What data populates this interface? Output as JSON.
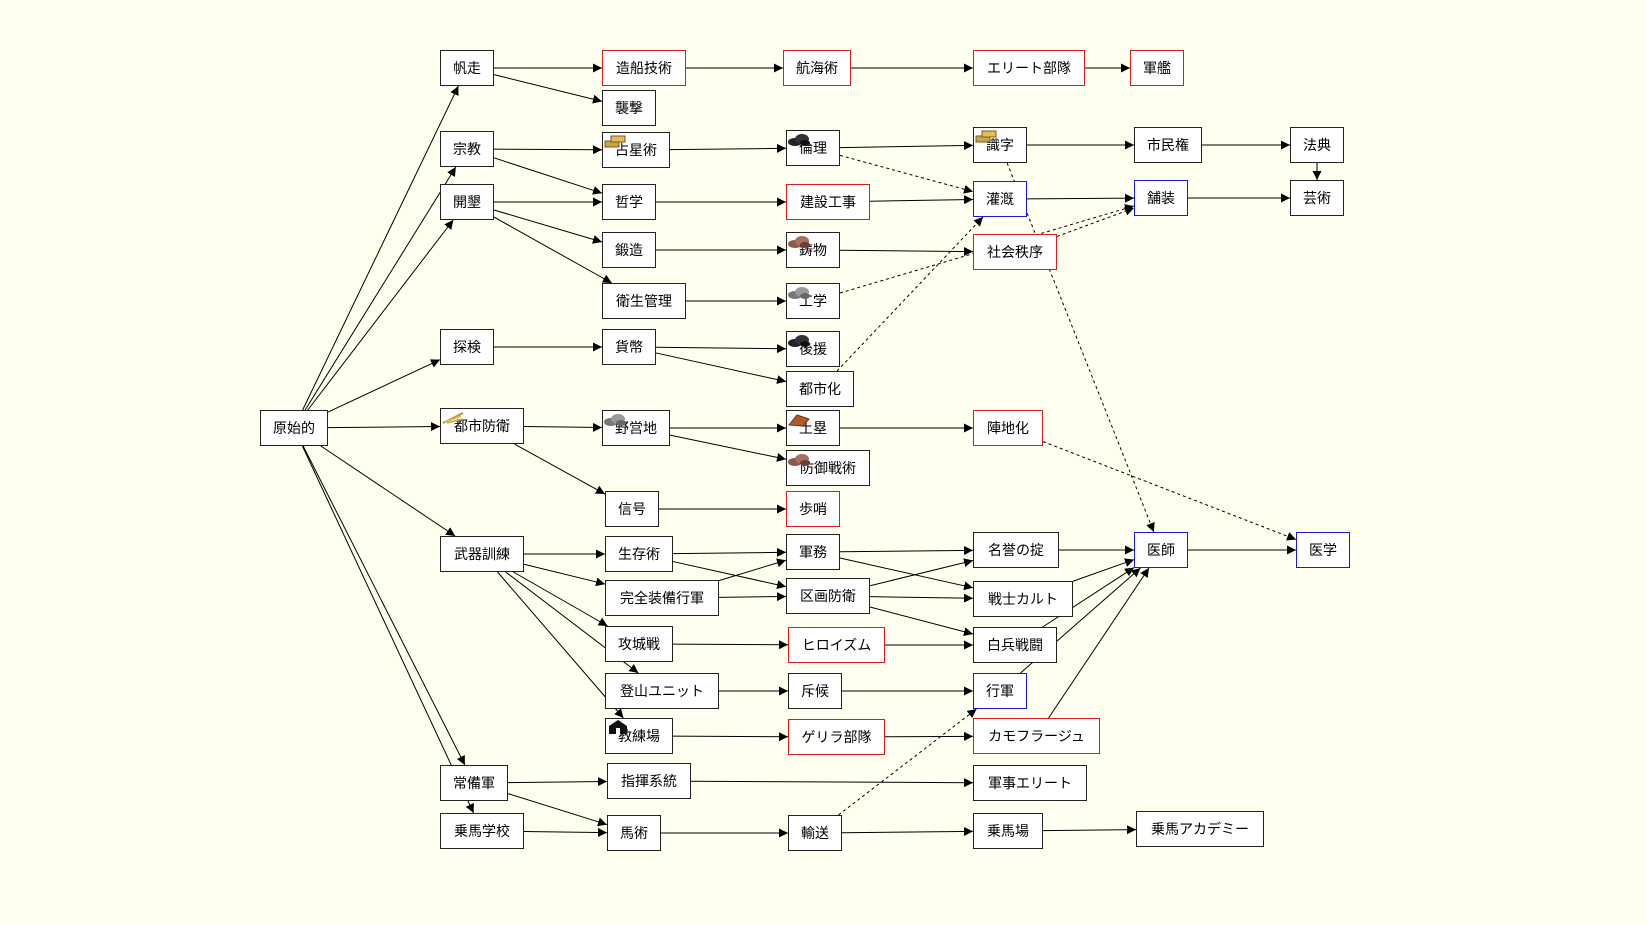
{
  "colors": {
    "background": "#fffff0",
    "red_border": "#d91c1c",
    "blue_border": "#1a1adf",
    "normal_border": "#222222"
  },
  "nodes": {
    "n00": {
      "label": "原始的",
      "color": "normal"
    },
    "n01": {
      "label": "帆走",
      "color": "normal"
    },
    "n02": {
      "label": "宗教",
      "color": "normal"
    },
    "n03": {
      "label": "開墾",
      "color": "normal"
    },
    "n04": {
      "label": "探検",
      "color": "normal"
    },
    "n05": {
      "label": "都市防衛",
      "color": "normal",
      "icon": "wheat-icon"
    },
    "n06": {
      "label": "武器訓練",
      "color": "normal"
    },
    "n07": {
      "label": "常備軍",
      "color": "normal"
    },
    "n08": {
      "label": "乗馬学校",
      "color": "normal"
    },
    "n09": {
      "label": "造船技術",
      "color": "red"
    },
    "n10": {
      "label": "襲撃",
      "color": "normal"
    },
    "n11": {
      "label": "占星術",
      "color": "normal",
      "icon": "gold-icon"
    },
    "n12": {
      "label": "哲学",
      "color": "normal"
    },
    "n13": {
      "label": "鍛造",
      "color": "normal"
    },
    "n14": {
      "label": "衛生管理",
      "color": "normal"
    },
    "n15": {
      "label": "貨幣",
      "color": "normal"
    },
    "n16": {
      "label": "野営地",
      "color": "normal",
      "icon": "stone-icon"
    },
    "n17": {
      "label": "信号",
      "color": "normal"
    },
    "n18": {
      "label": "生存術",
      "color": "normal"
    },
    "n19": {
      "label": "完全装備行軍",
      "color": "normal"
    },
    "n20": {
      "label": "攻城戦",
      "color": "normal"
    },
    "n21": {
      "label": "登山ユニット",
      "color": "normal"
    },
    "n22": {
      "label": "教練場",
      "color": "normal",
      "icon": "building-icon"
    },
    "n23": {
      "label": "指揮系統",
      "color": "normal"
    },
    "n24": {
      "label": "馬術",
      "color": "normal"
    },
    "n25": {
      "label": "航海術",
      "color": "red"
    },
    "n26": {
      "label": "倫理",
      "color": "normal",
      "icon": "coal-icon"
    },
    "n27": {
      "label": "建設工事",
      "color": "red"
    },
    "n28": {
      "label": "鋳物",
      "color": "normal",
      "icon": "ore-icon"
    },
    "n29": {
      "label": "工学",
      "color": "normal",
      "icon": "stone-icon"
    },
    "n30": {
      "label": "後援",
      "color": "normal",
      "icon": "coal-icon"
    },
    "n31": {
      "label": "都市化",
      "color": "normal"
    },
    "n32": {
      "label": "土塁",
      "color": "normal",
      "icon": "clay-icon"
    },
    "n33": {
      "label": "防御戦術",
      "color": "normal",
      "icon": "ore-icon"
    },
    "n34": {
      "label": "歩哨",
      "color": "red"
    },
    "n35": {
      "label": "軍務",
      "color": "normal"
    },
    "n36": {
      "label": "区画防衛",
      "color": "normal"
    },
    "n37": {
      "label": "ヒロイズム",
      "color": "red"
    },
    "n38": {
      "label": "斥候",
      "color": "normal"
    },
    "n39": {
      "label": "ゲリラ部隊",
      "color": "red"
    },
    "n40": {
      "label": "輸送",
      "color": "normal"
    },
    "n41": {
      "label": "エリート部隊",
      "color": "red"
    },
    "n42": {
      "label": "識字",
      "color": "normal",
      "icon": "gold-icon"
    },
    "n43": {
      "label": "灌漑",
      "color": "blue"
    },
    "n44": {
      "label": "社会秩序",
      "color": "red"
    },
    "n45": {
      "label": "陣地化",
      "color": "red"
    },
    "n46": {
      "label": "名誉の掟",
      "color": "normal"
    },
    "n47": {
      "label": "戦士カルト",
      "color": "normal"
    },
    "n48": {
      "label": "白兵戦闘",
      "color": "normal"
    },
    "n49": {
      "label": "行軍",
      "color": "blue"
    },
    "n50": {
      "label": "カモフラージュ",
      "color": "red"
    },
    "n51": {
      "label": "軍事エリート",
      "color": "normal"
    },
    "n52": {
      "label": "乗馬場",
      "color": "normal"
    },
    "n53": {
      "label": "軍艦",
      "color": "red"
    },
    "n54": {
      "label": "市民権",
      "color": "normal"
    },
    "n55": {
      "label": "舗装",
      "color": "blue"
    },
    "n56": {
      "label": "医師",
      "color": "blue"
    },
    "n57": {
      "label": "乗馬アカデミー",
      "color": "normal"
    },
    "n58": {
      "label": "法典",
      "color": "normal"
    },
    "n59": {
      "label": "芸術",
      "color": "normal"
    },
    "n60": {
      "label": "医学",
      "color": "blue"
    }
  },
  "edges": [
    [
      "n00",
      "n01"
    ],
    [
      "n00",
      "n02"
    ],
    [
      "n00",
      "n03"
    ],
    [
      "n00",
      "n04"
    ],
    [
      "n00",
      "n05"
    ],
    [
      "n00",
      "n06"
    ],
    [
      "n00",
      "n07"
    ],
    [
      "n00",
      "n08"
    ],
    [
      "n01",
      "n09"
    ],
    [
      "n01",
      "n10"
    ],
    [
      "n02",
      "n11"
    ],
    [
      "n02",
      "n12"
    ],
    [
      "n03",
      "n12"
    ],
    [
      "n03",
      "n13"
    ],
    [
      "n03",
      "n14"
    ],
    [
      "n04",
      "n15"
    ],
    [
      "n05",
      "n16"
    ],
    [
      "n05",
      "n17"
    ],
    [
      "n06",
      "n18"
    ],
    [
      "n06",
      "n19"
    ],
    [
      "n06",
      "n20"
    ],
    [
      "n06",
      "n21"
    ],
    [
      "n06",
      "n22"
    ],
    [
      "n07",
      "n23"
    ],
    [
      "n07",
      "n24"
    ],
    [
      "n08",
      "n24"
    ],
    [
      "n09",
      "n25"
    ],
    [
      "n25",
      "n41"
    ],
    [
      "n41",
      "n53"
    ],
    [
      "n11",
      "n26"
    ],
    [
      "n26",
      "n42"
    ],
    [
      "n42",
      "n54"
    ],
    [
      "n54",
      "n58"
    ],
    [
      "n58",
      "n59"
    ],
    [
      "n12",
      "n27"
    ],
    [
      "n27",
      "n43"
    ],
    [
      "n43",
      "n55"
    ],
    [
      "n55",
      "n59"
    ],
    [
      "n13",
      "n28"
    ],
    [
      "n28",
      "n44"
    ],
    [
      "n14",
      "n29"
    ],
    [
      "n15",
      "n30"
    ],
    [
      "n15",
      "n31"
    ],
    [
      "n16",
      "n32"
    ],
    [
      "n16",
      "n33"
    ],
    [
      "n32",
      "n45"
    ],
    [
      "n17",
      "n34"
    ],
    [
      "n18",
      "n35"
    ],
    [
      "n18",
      "n36"
    ],
    [
      "n19",
      "n35"
    ],
    [
      "n19",
      "n36"
    ],
    [
      "n35",
      "n46"
    ],
    [
      "n35",
      "n47"
    ],
    [
      "n36",
      "n46"
    ],
    [
      "n36",
      "n47"
    ],
    [
      "n36",
      "n48"
    ],
    [
      "n46",
      "n56"
    ],
    [
      "n47",
      "n56"
    ],
    [
      "n48",
      "n56"
    ],
    [
      "n49",
      "n56"
    ],
    [
      "n50",
      "n56"
    ],
    [
      "n56",
      "n60"
    ],
    [
      "n20",
      "n37"
    ],
    [
      "n37",
      "n48"
    ],
    [
      "n21",
      "n38"
    ],
    [
      "n38",
      "n49"
    ],
    [
      "n22",
      "n39"
    ],
    [
      "n39",
      "n50"
    ],
    [
      "n23",
      "n51"
    ],
    [
      "n24",
      "n40"
    ],
    [
      "n40",
      "n52"
    ],
    [
      "n52",
      "n57"
    ]
  ],
  "dashed_edges": [
    [
      "n26",
      "n43"
    ],
    [
      "n29",
      "n55"
    ],
    [
      "n31",
      "n43"
    ],
    [
      "n44",
      "n55"
    ],
    [
      "n42",
      "n56"
    ],
    [
      "n45",
      "n60"
    ],
    [
      "n40",
      "n49"
    ]
  ]
}
